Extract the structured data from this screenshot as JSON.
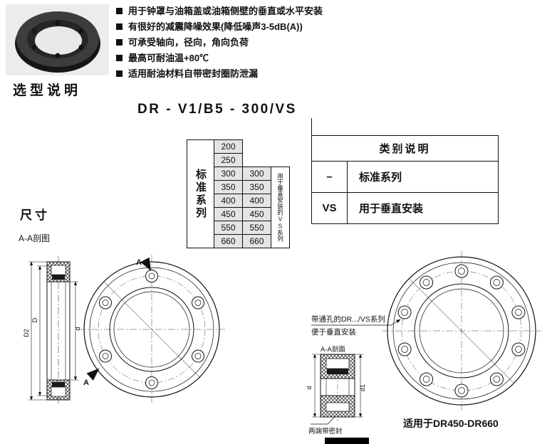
{
  "bullets": [
    "用于钟罩与油箱盖或油箱侧壁的垂直或水平安装",
    "有很好的减震降噪效果(降低噪声3-5dB(A))",
    "可承受轴向，径向，角向负荷",
    "最高可耐油温+80℃",
    "适用耐油材料自带密封圈防泄漏"
  ],
  "headings": {
    "selection": "选型说明",
    "dimensions": "尺寸",
    "section_view": "A-A剖图"
  },
  "ordering_code": "DR - V1/B5 - 300/VS",
  "series_table": {
    "row_label": "标准系列",
    "col1": [
      "200",
      "250",
      "300",
      "350",
      "400",
      "450",
      "550",
      "660"
    ],
    "col2": [
      "300",
      "350",
      "400",
      "450",
      "550",
      "660"
    ],
    "side_note": "用于垂直安装的VS系列"
  },
  "category_table": {
    "header": "类别说明",
    "rows": [
      {
        "code": "–",
        "desc": "标准系列"
      },
      {
        "code": "VS",
        "desc": "用于垂直安装"
      }
    ]
  },
  "annotations": {
    "vs_note_line1": "带通孔的DR.../VS系列",
    "vs_note_line2": "便于垂直安装",
    "detail_title": "A-A剖面",
    "seal_note": "两端带密封",
    "applies_note": "适用于DR450-DR660"
  },
  "dim_labels": {
    "D2": "D2",
    "D": "D",
    "d": "d",
    "d1": "d1",
    "A": "A"
  }
}
